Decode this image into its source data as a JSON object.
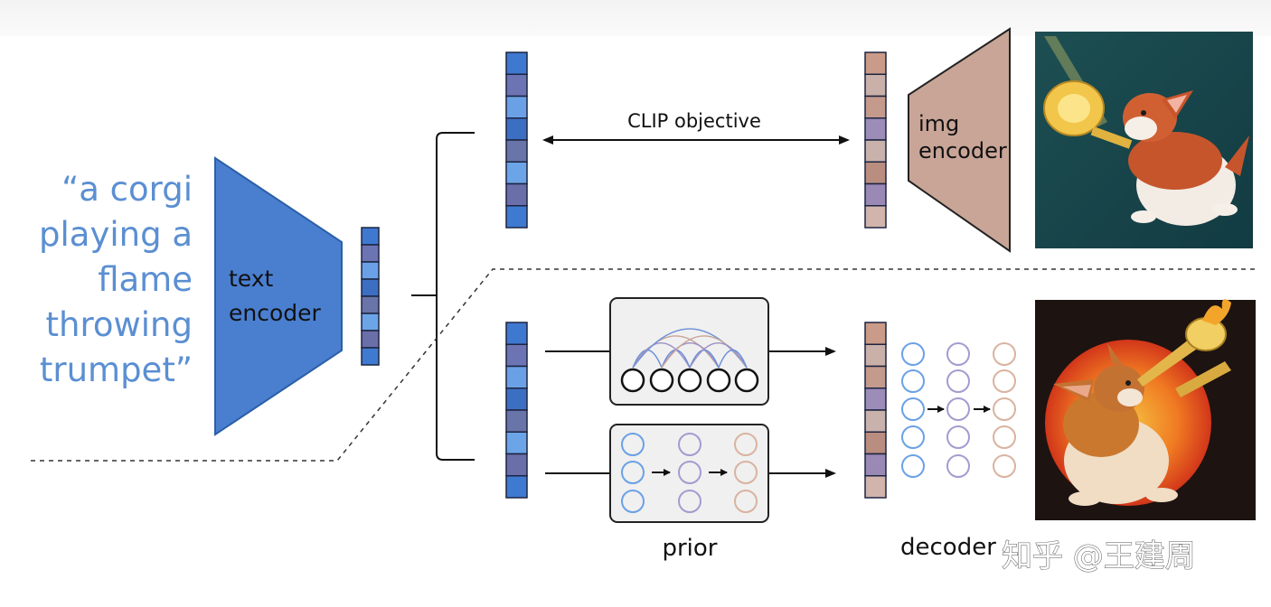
{
  "caption": {
    "lines": [
      "“a corgi",
      "playing a",
      "flame",
      "throwing",
      "trumpet”"
    ],
    "color": "#5b8fd2"
  },
  "text_encoder": {
    "label_line1": "text",
    "label_line2": "encoder",
    "color": "#4a7fd0"
  },
  "img_encoder": {
    "label_line1": "img",
    "label_line2": "encoder",
    "color": "#c9a597"
  },
  "clip_objective": {
    "label": "CLIP objective"
  },
  "prior": {
    "label": "prior"
  },
  "decoder": {
    "label": "decoder"
  },
  "watermark": {
    "text": "知乎 @王建周"
  },
  "images": {
    "top": {
      "icon": "corgi-trumpet-illustration"
    },
    "bottom": {
      "icon": "corgi-flame-trumpet-illustration"
    }
  },
  "colors": {
    "blue_cells": [
      "#3f78cf",
      "#6c74b4",
      "#6aa1e6",
      "#3c6fc2",
      "#6975a8",
      "#6ba5e8",
      "#6a6fa9",
      "#3e7ad0"
    ],
    "brown_cells": [
      "#c99b88",
      "#c9b0a8",
      "#c49a8d",
      "#9b8db8",
      "#c8b2ab",
      "#b98d80",
      "#9a88b5",
      "#d1b4ac"
    ],
    "circle_blue": "#6aa1e6",
    "circle_purple": "#a49bd0",
    "circle_tan": "#d9b3a0"
  }
}
